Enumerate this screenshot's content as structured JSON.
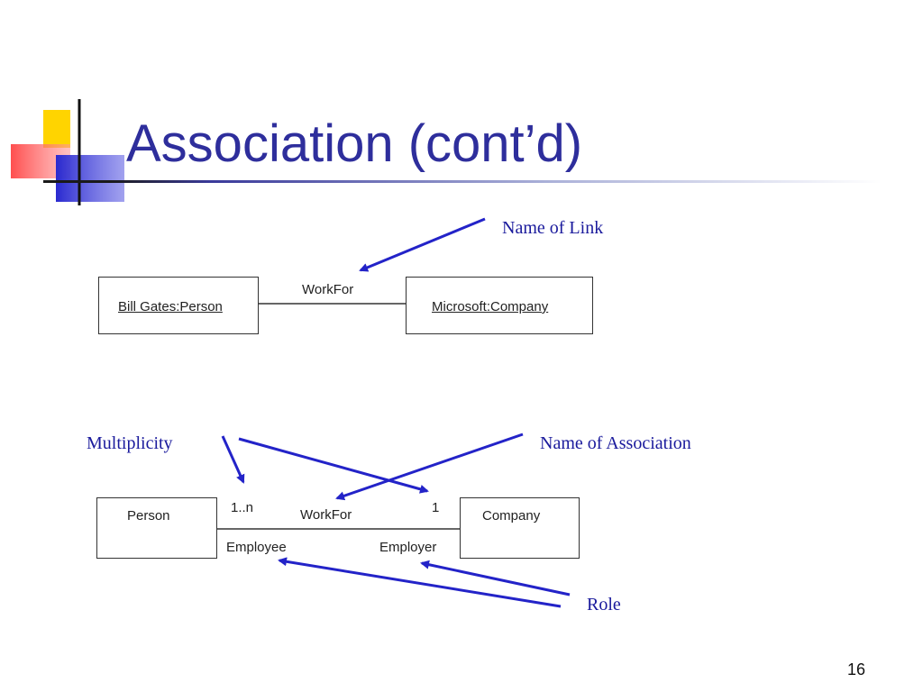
{
  "title": "Association (cont’d)",
  "page_number": "16",
  "annotations": {
    "name_of_link": "Name of Link",
    "multiplicity": "Multiplicity",
    "name_of_association": "Name of Association",
    "role": "Role"
  },
  "link_diagram": {
    "left_object": "Bill Gates:Person",
    "right_object": "Microsoft:Company",
    "link_name": "WorkFor"
  },
  "association_diagram": {
    "left_class": "Person",
    "right_class": "Company",
    "association_name": "WorkFor",
    "left_multiplicity": "1..n",
    "right_multiplicity": "1",
    "left_role": "Employee",
    "right_role": "Employer"
  },
  "colors": {
    "title": "#2e2e9c",
    "annotation": "#1a1a9c",
    "arrow": "#2323c8"
  }
}
